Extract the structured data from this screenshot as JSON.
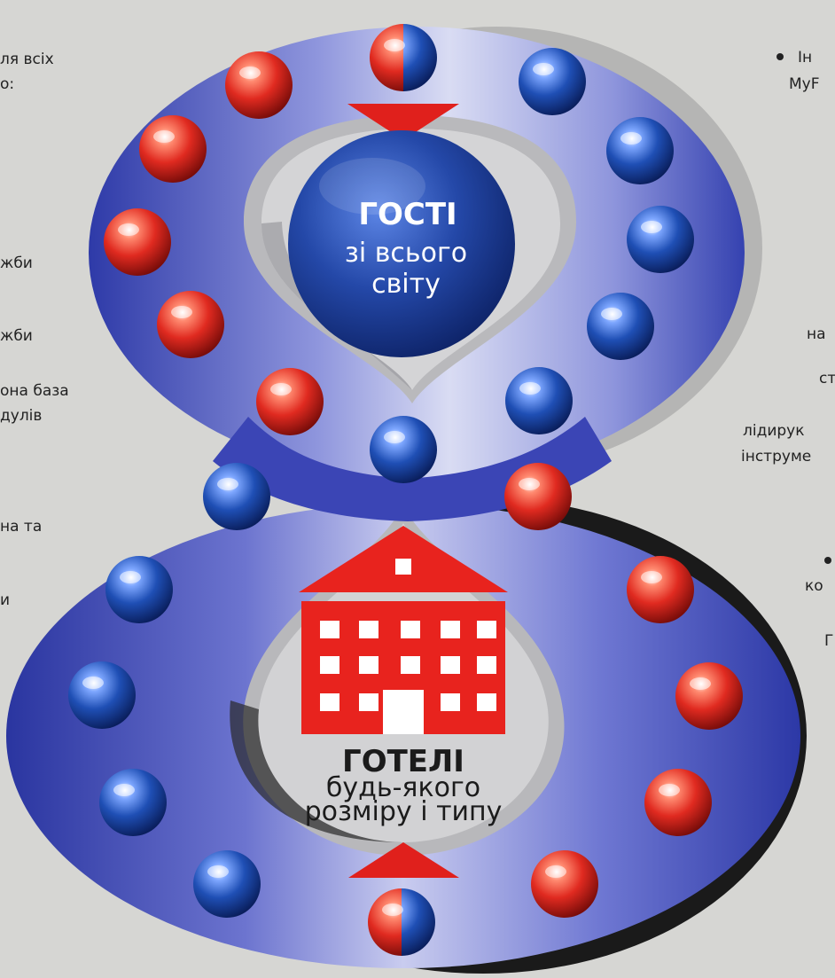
{
  "center_top": {
    "title": "ГОСТІ",
    "line1": "зі всього",
    "line2": "світу"
  },
  "center_bottom": {
    "title": "ГОТЕЛІ",
    "line1": "будь-якого",
    "line2": "розміру і типу"
  },
  "left_fragments": [
    "ля всіх",
    "о:",
    "жби",
    "жби",
    "она база",
    "дулів",
    "на та",
    "и"
  ],
  "right_fragments": [
    "Ін",
    "MyF",
    "на",
    "ст",
    "лідирук",
    "інструме",
    "ко",
    "Г"
  ],
  "colors": {
    "background": "#d6d6d3",
    "figure_eight": "#3340b8",
    "red_ball": "#d8231d",
    "blue_ball": "#1d48a8",
    "hotel_red": "#e8231e",
    "arrow_red": "#e0201c"
  },
  "icons": {
    "top_arrow": "arrow-down-icon",
    "bottom_arrow": "arrow-up-icon",
    "hotel": "hotel-building-icon"
  }
}
